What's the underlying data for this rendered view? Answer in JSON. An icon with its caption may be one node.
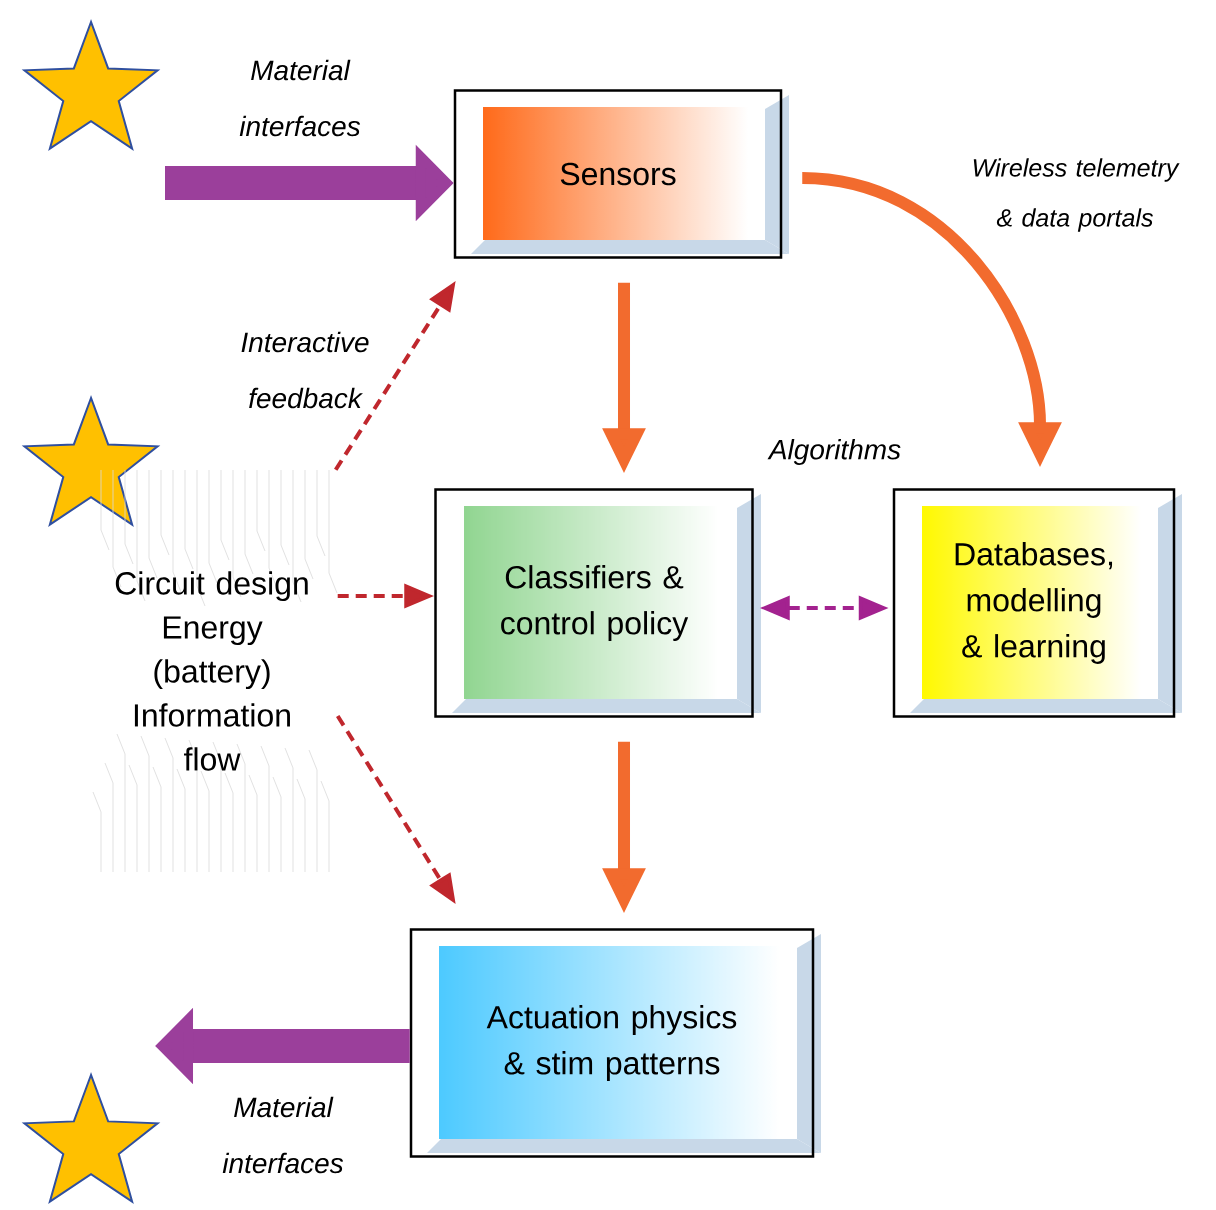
{
  "diagram": {
    "nodes": [
      {
        "text": [
          "Sensors"
        ]
      },
      {
        "text": [
          "Classifiers & control policy"
        ]
      },
      {
        "text": [
          "Databases, modelling & learning"
        ]
      },
      {
        "text": [
          "Actuation physics & stim patterns"
        ]
      },
      {
        "text": [
          "Circuit design",
          "Energy (battery)",
          "Information flow"
        ]
      }
    ],
    "edges": [
      {
        "from": null,
        "to": 0,
        "arrow": "to",
        "label": "Material interfaces",
        "style": "thick",
        "color": "#9b3f9b"
      },
      {
        "from": 0,
        "to": 2,
        "arrow": "to",
        "label": "Wireless telemetry & data portals",
        "color": "#f26b2e"
      },
      {
        "from": 0,
        "to": 1,
        "arrow": "to",
        "color": "#f26b2e"
      },
      {
        "from": 1,
        "to": 3,
        "arrow": "to",
        "color": "#f26b2e"
      },
      {
        "from": 1,
        "to": 2,
        "arrow": "both",
        "style": "dashed",
        "color": "#a3228f"
      },
      {
        "from": 4,
        "to": 0,
        "arrow": "to",
        "label": "Interactive feedback",
        "style": "dashed",
        "color": "#c0272d"
      },
      {
        "from": 4,
        "to": 1,
        "arrow": "to",
        "style": "dashed",
        "color": "#c0272d"
      },
      {
        "from": 4,
        "to": 3,
        "arrow": "to",
        "style": "dashed",
        "color": "#c0272d"
      },
      {
        "from": 3,
        "to": null,
        "arrow": "to",
        "label": "Material interfaces",
        "style": "thick",
        "color": "#9b3f9b"
      }
    ],
    "labels": [
      "Algorithms"
    ]
  }
}
